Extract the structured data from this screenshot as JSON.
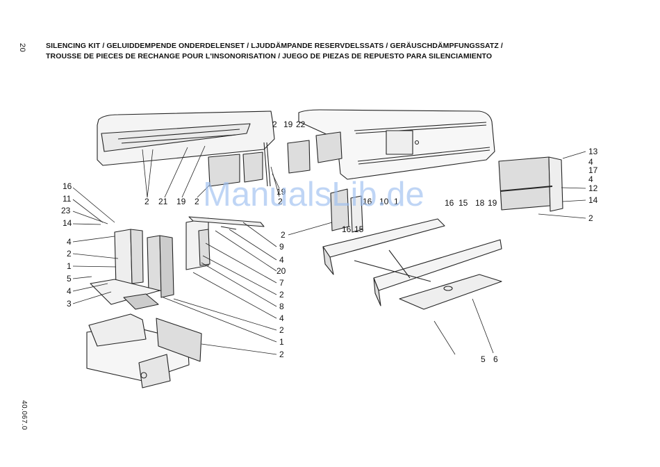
{
  "page_number": "20",
  "doc_code": "40.067.0",
  "title_line_1": "SILENCING KIT / GELUIDDEMPENDE ONDERDELENSET / LJUDDÄMPANDE RESERVDELSSATS / GERÄUSCHDÄMPFUNGSSATZ /",
  "title_line_2": "TROUSSE DE PIECES DE RECHANGE POUR L'INSONORISATION / JUEGO DE PIEZAS DE REPUESTO PARA SILENCIAMIENTO",
  "watermark": "ManualsLib.de",
  "callouts": {
    "top_group": [
      "2",
      "19",
      "22"
    ],
    "top_left": [
      "2",
      "21",
      "19",
      "2"
    ],
    "top_mid": [
      "19",
      "2"
    ],
    "left_column": [
      "16",
      "11",
      "23",
      "14",
      "4",
      "2",
      "1",
      "5",
      "4",
      "3"
    ],
    "center_right": [
      "9",
      "4",
      "20",
      "7",
      "2",
      "8",
      "4",
      "2",
      "1",
      "2"
    ],
    "frame_top": [
      "2",
      "16",
      "10",
      "1",
      "16",
      "15"
    ],
    "right_panel": [
      "13",
      "4",
      "17",
      "4",
      "12",
      "14",
      "16",
      "15",
      "18",
      "19",
      "2"
    ],
    "bottom_right": [
      "5",
      "6"
    ]
  }
}
